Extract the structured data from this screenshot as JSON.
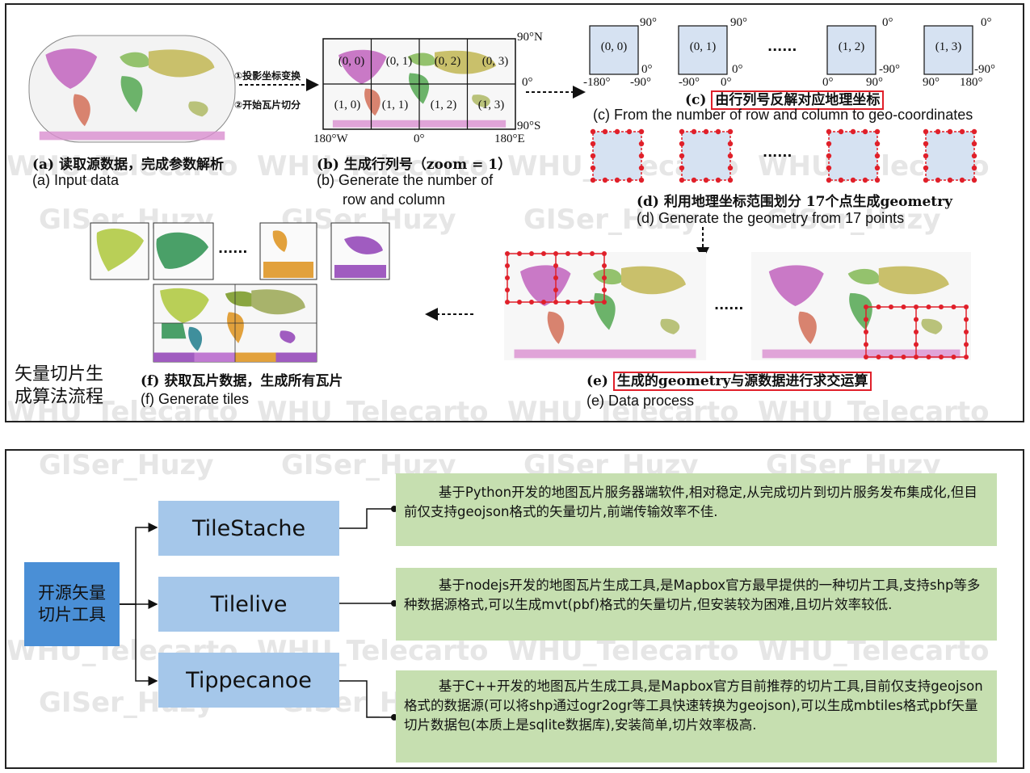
{
  "top": {
    "step_a": {
      "cn": "(a) 读取源数据，完成参数解析",
      "en": "(a) Input data"
    },
    "arrow_ab": {
      "line1": "①投影坐标变换",
      "line2": "②开始瓦片切分"
    },
    "step_b": {
      "cn": "(b) 生成行列号（zoom = 1）",
      "en1": "(b) Generate the number of",
      "en2": "row and column"
    },
    "grid_cells": [
      "(0, 0)",
      "(0, 1)",
      "(0, 2)",
      "(0, 3)",
      "(1, 0)",
      "(1, 1)",
      "(1, 2)",
      "(1, 3)"
    ],
    "grid_axis": {
      "lat_top": "90°N",
      "lat_mid": "0°",
      "lat_bot": "90°S",
      "lon_left": "180°W",
      "lon_mid": "0°",
      "lon_right": "180°E"
    },
    "step_c": {
      "cn": "(c) 由行列号反解对应地理坐标",
      "cn_prefix": "(c)",
      "cn_boxed": "由行列号反解对应地理坐标",
      "en": "(c) From the number of row and column to geo-coordinates",
      "tiles": [
        {
          "label": "(0, 0)",
          "top": "90°",
          "right": "0°",
          "bottom_left": "-180°",
          "bottom_right": "-90°"
        },
        {
          "label": "(0, 1)",
          "top": "90°",
          "right": "0°",
          "bottom_left": "-90°",
          "bottom_right": "0°"
        },
        {
          "label": "(1, 2)",
          "top": "0°",
          "right": "-90°",
          "bottom_left": "0°",
          "bottom_right": "90°"
        },
        {
          "label": "(1, 3)",
          "top": "0°",
          "right": "-90°",
          "bottom_left": "90°",
          "bottom_right": "180°"
        }
      ],
      "ellipsis": "......"
    },
    "step_d": {
      "cn": "(d) 利用地理坐标范围划分 17个点生成geometry",
      "en": "(d) Generate the geometry from 17 points",
      "ellipsis": "......"
    },
    "step_e": {
      "prefix": "(e)",
      "cn_boxed": "生成的geometry与源数据进行求交运算",
      "en": "(e) Data process",
      "ellipsis": "......"
    },
    "step_f": {
      "cn": "(f) 获取瓦片数据，生成所有瓦片",
      "en": "(f) Generate tiles",
      "ellipsis": "......"
    },
    "title": {
      "line1": "矢量切片生",
      "line2": "成算法流程"
    }
  },
  "bottom": {
    "root": {
      "line1": "开源矢量",
      "line2": "切片工具"
    },
    "tools": [
      {
        "name": "TileStache",
        "desc": "基于Python开发的地图瓦片服务器端软件,相对稳定,从完成切片到切片服务发布集成化,但目前仅支持geojson格式的矢量切片,前端传输效率不佳."
      },
      {
        "name": "Tilelive",
        "desc": "基于nodejs开发的地图瓦片生成工具,是Mapbox官方最早提供的一种切片工具,支持shp等多种数据源格式,可以生成mvt(pbf)格式的矢量切片,但安装较为困难,且切片效率较低."
      },
      {
        "name": "Tippecanoe",
        "desc": "基于C++开发的地图瓦片生成工具,是Mapbox官方目前推荐的切片工具,目前仅支持geojson格式的数据源(可以将shp通过ogr2ogr等工具快速转换为geojson),可以生成mbtiles格式pbf矢量切片数据包(本质上是sqlite数据库),安装简单,切片效率极高."
      }
    ]
  },
  "watermarks": {
    "a": "WHU_Telecarto",
    "b": "GISer_Huzy"
  },
  "colors": {
    "tool_box": "#a5c7ea",
    "root_box": "#4a8fd6",
    "desc_box": "#c6dfb0",
    "highlight_border": "#e0202a",
    "tile_fill": "#d6e2f2",
    "dot": "#e0202a"
  }
}
